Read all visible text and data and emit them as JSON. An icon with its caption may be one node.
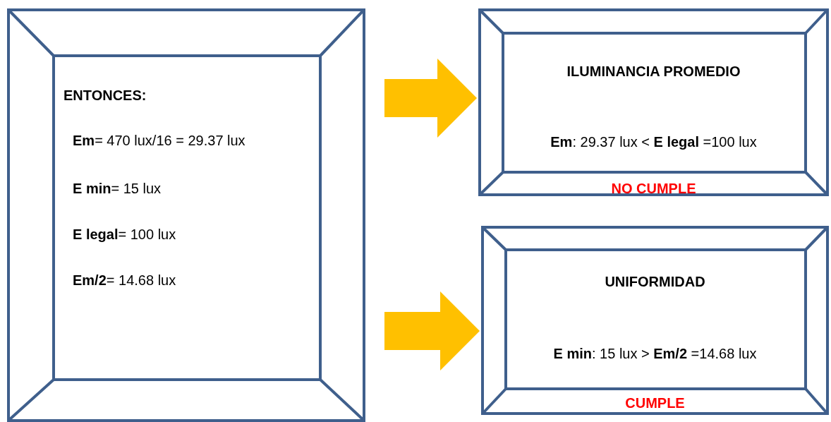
{
  "diagram": {
    "nodes": [
      {
        "text": [
          "ENTONCES:",
          "**Em**= 470 lux/16 = 29.37 lux",
          "**E min**= 15 lux",
          "**E legal**= 100 lux",
          "**Em/2**= 14.68 lux"
        ]
      },
      {
        "text": [
          "ILUMINANCIA PROMEDIO",
          "**Em**: 29.37 lux < **E legal** =100 lux",
          "NO CUMPLE"
        ]
      },
      {
        "text": [
          "UNIFORMIDAD",
          "**E min**: 15 lux > **Em/2** =14.68 lux",
          "CUMPLE"
        ]
      }
    ],
    "edges": [
      {
        "from": 0,
        "to": 1,
        "arrow": "to",
        "style": "thick",
        "color": "#ffc000"
      },
      {
        "from": 0,
        "to": 2,
        "arrow": "to",
        "style": "thick",
        "color": "#ffc000"
      }
    ]
  }
}
